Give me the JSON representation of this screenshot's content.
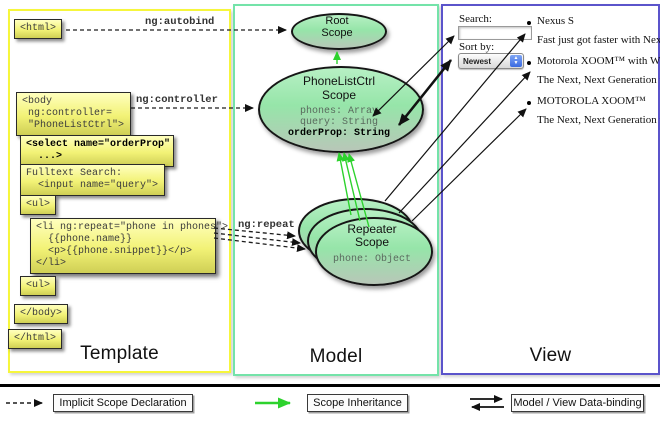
{
  "panels": {
    "template": {
      "label": "Template"
    },
    "model": {
      "label": "Model"
    },
    "view": {
      "label": "View"
    }
  },
  "annotations": {
    "autobind": "ng:autobind",
    "controller": "ng:controller",
    "repeat": "ng:repeat"
  },
  "template_code": {
    "html_open": "<html>",
    "body_open_1": "<body",
    "body_open_2": " ng:controller=",
    "body_open_3": " \"PhoneListCtrl\">",
    "select_1": "<select name=\"orderProp\"",
    "select_2": "  ...>",
    "fulltext_1": "Fulltext Search:",
    "fulltext_2": "  <input name=\"query\">",
    "ul_open": "<ul>",
    "li_1": "<li ng:repeat=\"phone in phones\">",
    "li_2": "  {{phone.name}}",
    "li_3": "  <p>{{phone.snippet}}</p>",
    "li_4": "</li>",
    "ul_close": "<ul>",
    "body_close": "</body>",
    "html_close": "</html>"
  },
  "model": {
    "root_scope": {
      "line1": "Root",
      "line2": "Scope"
    },
    "phonelist_scope": {
      "line1": "PhoneListCtrl",
      "line2": "Scope",
      "prop1": "phones: Array",
      "prop2": "query: String",
      "prop3": "orderProp: String"
    },
    "repeater_scope": {
      "line1": "Repeater",
      "line2": "Scope",
      "prop": "phone: Object"
    }
  },
  "view": {
    "search_label": "Search:",
    "sort_label": "Sort by:",
    "sort_value": "Newest",
    "items": [
      {
        "title": "Nexus S",
        "desc": "Fast just got faster with Nexus S."
      },
      {
        "title": "Motorola XOOM™ with Wi-Fi",
        "desc": "The Next, Next Generation tablet."
      },
      {
        "title": "MOTOROLA XOOM™",
        "desc": "The Next, Next Generation tablet."
      }
    ]
  },
  "legend": {
    "implicit": "Implicit Scope Declaration",
    "inheritance": "Scope Inheritance",
    "binding": "Model / View Data-binding"
  },
  "colors": {
    "template_border": "#f6f63c",
    "model_border": "#74e3a9",
    "view_border": "#5b54cb",
    "scope_fill": "#a5ecb5",
    "arrow_green": "#2dd22d",
    "code_box_yellow": "#f2f276"
  }
}
